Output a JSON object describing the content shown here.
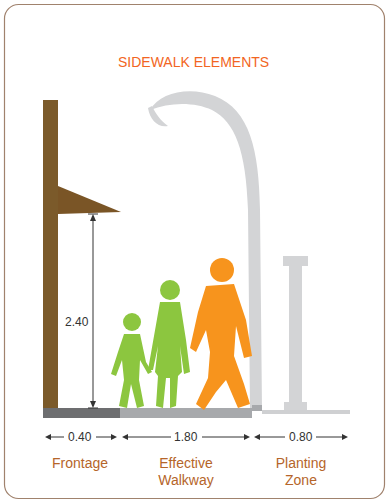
{
  "diagram": {
    "title": "SIDEWALK ELEMENTS",
    "labels": [
      "2.40",
      "0.40",
      "1.80",
      "0.80",
      "Frontage",
      "Effective Walkway",
      "Planting Zone"
    ]
  }
}
